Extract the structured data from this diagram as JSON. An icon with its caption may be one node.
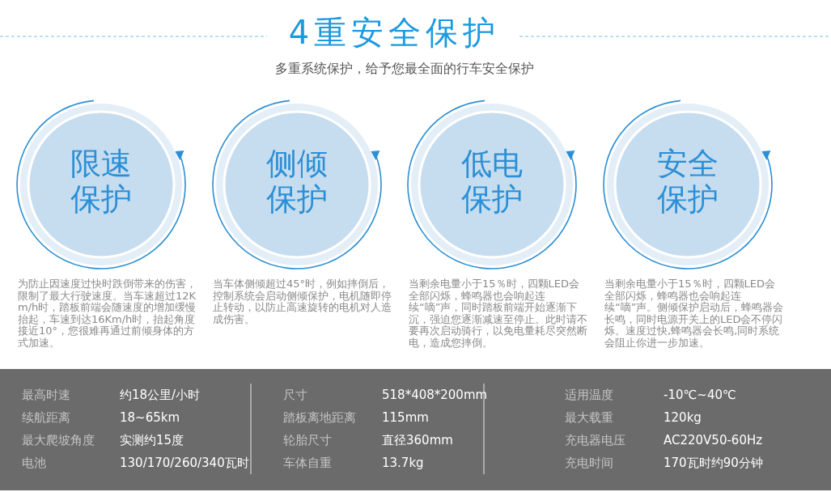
{
  "diagram": {
    "title": "4重安全保护",
    "nodes": [
      {
        "text": [
          "限速保护"
        ],
        "beside": [
          "为防止因速度过快时跌倒带来的伤害，限制了最大行驶速度。当车速超过12Km/h时，踏板前端会随速度的增加缓慢抬起，车速到达16Km/h时，抬起角度接近10°，您很难再通过前倾身体的方式加速。"
        ]
      },
      {
        "text": [
          "侧倾保护"
        ],
        "beside": [
          "当车体侧倾超过45°时，例如摔倒后，控制系统会启动侧倾保护，电机随即停止转动，以防止高速旋转的电机对人造成伤害。"
        ]
      },
      {
        "text": [
          "低电保护"
        ],
        "beside": [
          "当剩余电量小于15％时，四颗LED会全部闪烁，蜂鸣器也会响起连续“嘀”声，同时踏板前端开始逐渐下沉，强迫您逐渐减速至停止。此时请不要再次启动骑行，以免电量耗尽突然断电，造成您摔倒。"
        ]
      },
      {
        "text": [
          "安全保护"
        ],
        "beside": [
          "当剩余电量小于15％时，四颗LED会全部闪烁，蜂鸣器也会响起连续“嘀”声。侧倾保护启动后，蜂鸣器会长鸣，同时电源开关上的LED会不停闪烁。速度过快,蜂鸣器会长鸣,同时系统会阻止你进一步加速。"
        ]
      }
    ],
    "labels": [
      "多重系统保护，给予您最全面的行车安全保护",
      "最高时速",
      "约18公里/小时",
      "尺寸",
      "518*408*200mm",
      "适用温度",
      "-10℃~40℃",
      "续航距离",
      "18~65km",
      "踏板离地距离",
      "115mm",
      "最大载重",
      "120kg",
      "最大爬坡角度",
      "实测约15度",
      "轮胎尺寸",
      "直径360mm",
      "充电器电压",
      "AC220V50-60Hz",
      "电池",
      "130/170/260/340瓦时",
      "车体自重",
      "13.7kg",
      "充电时间",
      "170瓦时约90分钟"
    ]
  }
}
